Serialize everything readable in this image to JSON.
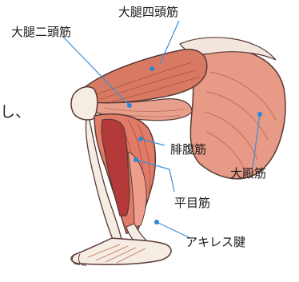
{
  "labels": {
    "quadriceps": "大腿四頭筋",
    "hamstrings": "大腿二頭筋",
    "gastrocnemius": "腓腹筋",
    "gluteus": "大殿筋",
    "soleus": "平目筋",
    "achilles": "アキレス腱"
  },
  "side_text": "し、",
  "colors": {
    "muscle_main": "#d87a63",
    "muscle_light": "#efb3a3",
    "muscle_dark": "#b43a3a",
    "tendon": "#f5ece4",
    "outline": "#5a3a35",
    "leader": "#3b8fd4",
    "dot": "#2e86d8"
  }
}
